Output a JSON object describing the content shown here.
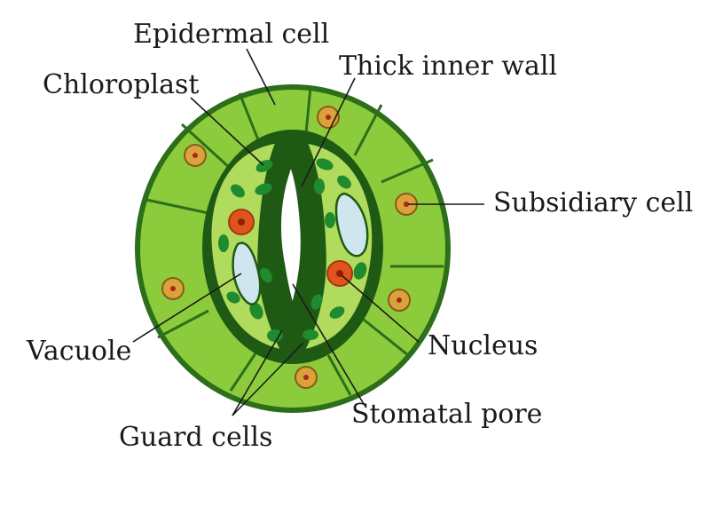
{
  "labels": {
    "epidermal_cell": "Epidermal cell",
    "thick_inner_wall": "Thick inner wall",
    "chloroplast": "Chloroplast",
    "subsidiary_cell": "Subsidiary cell",
    "vacuole": "Vacuole",
    "nucleus": "Nucleus",
    "guard_cells": "Guard cells",
    "stomatal_pore": "Stomatal pore"
  },
  "colors": {
    "cell_fill": "#8ccc3c",
    "cell_outline": "#2d6e1a",
    "guard_cell_fill": "#b0db5c",
    "chloroplast": "#1f8a2e",
    "nucleus": "#e0541c",
    "vacuole": "#cfe6ef",
    "inner_wall": "#1f5a14"
  }
}
